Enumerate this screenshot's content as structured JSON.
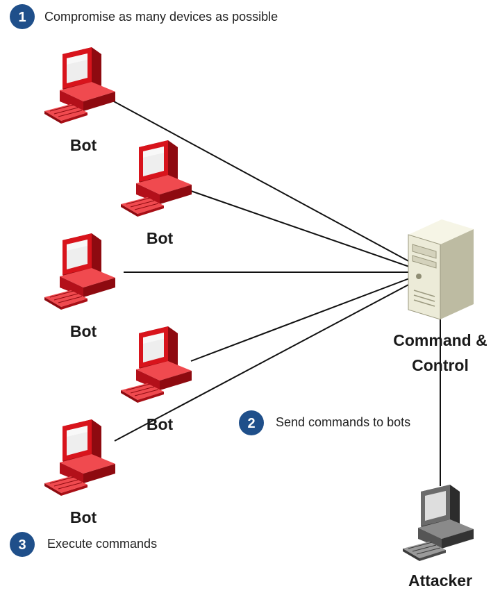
{
  "steps": [
    {
      "number": "1",
      "text": "Compromise as many devices as possible"
    },
    {
      "number": "2",
      "text": "Send commands to bots"
    },
    {
      "number": "3",
      "text": "Execute commands"
    }
  ],
  "bots": [
    {
      "label": "Bot"
    },
    {
      "label": "Bot"
    },
    {
      "label": "Bot"
    },
    {
      "label": "Bot"
    },
    {
      "label": "Bot"
    }
  ],
  "server": {
    "label_line1": "Command &",
    "label_line2": "Control"
  },
  "attacker": {
    "label": "Attacker"
  },
  "colors": {
    "bot": "#d8141c",
    "bot_dark": "#8e0a10",
    "bot_light": "#f04a4f",
    "step_badge": "#1f4f8a",
    "server": "#ecebd8",
    "attacker": "#5a5a5a",
    "link": "#111111"
  },
  "icons": {
    "bot": "desktop-computer-icon",
    "server": "server-tower-icon",
    "attacker": "desktop-computer-icon"
  }
}
